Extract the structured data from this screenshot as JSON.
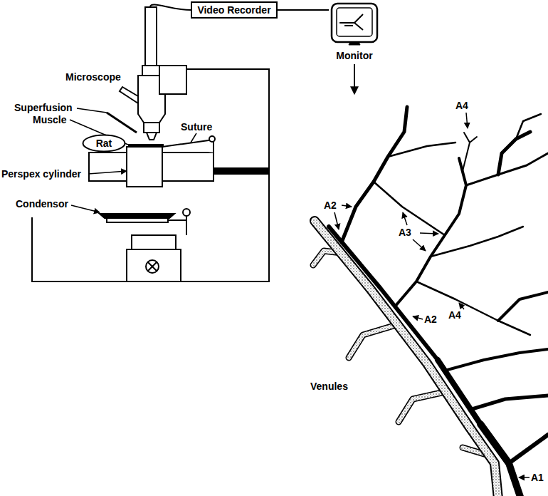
{
  "diagram": {
    "nodes": [
      {
        "text": [
          "Video Recorder"
        ]
      },
      {
        "text": [
          "Monitor"
        ]
      },
      {
        "text": [
          "Rat"
        ]
      }
    ],
    "edges": [
      {
        "from": 0,
        "to": 1,
        "arrow": "none"
      }
    ],
    "labels": [
      "Microscope",
      "Superfusion",
      "Muscle",
      "Suture",
      "Perspex cylinder",
      "Condensor",
      "A4",
      "A2",
      "A3",
      "A4",
      "A2",
      "Venules",
      "A1"
    ]
  }
}
